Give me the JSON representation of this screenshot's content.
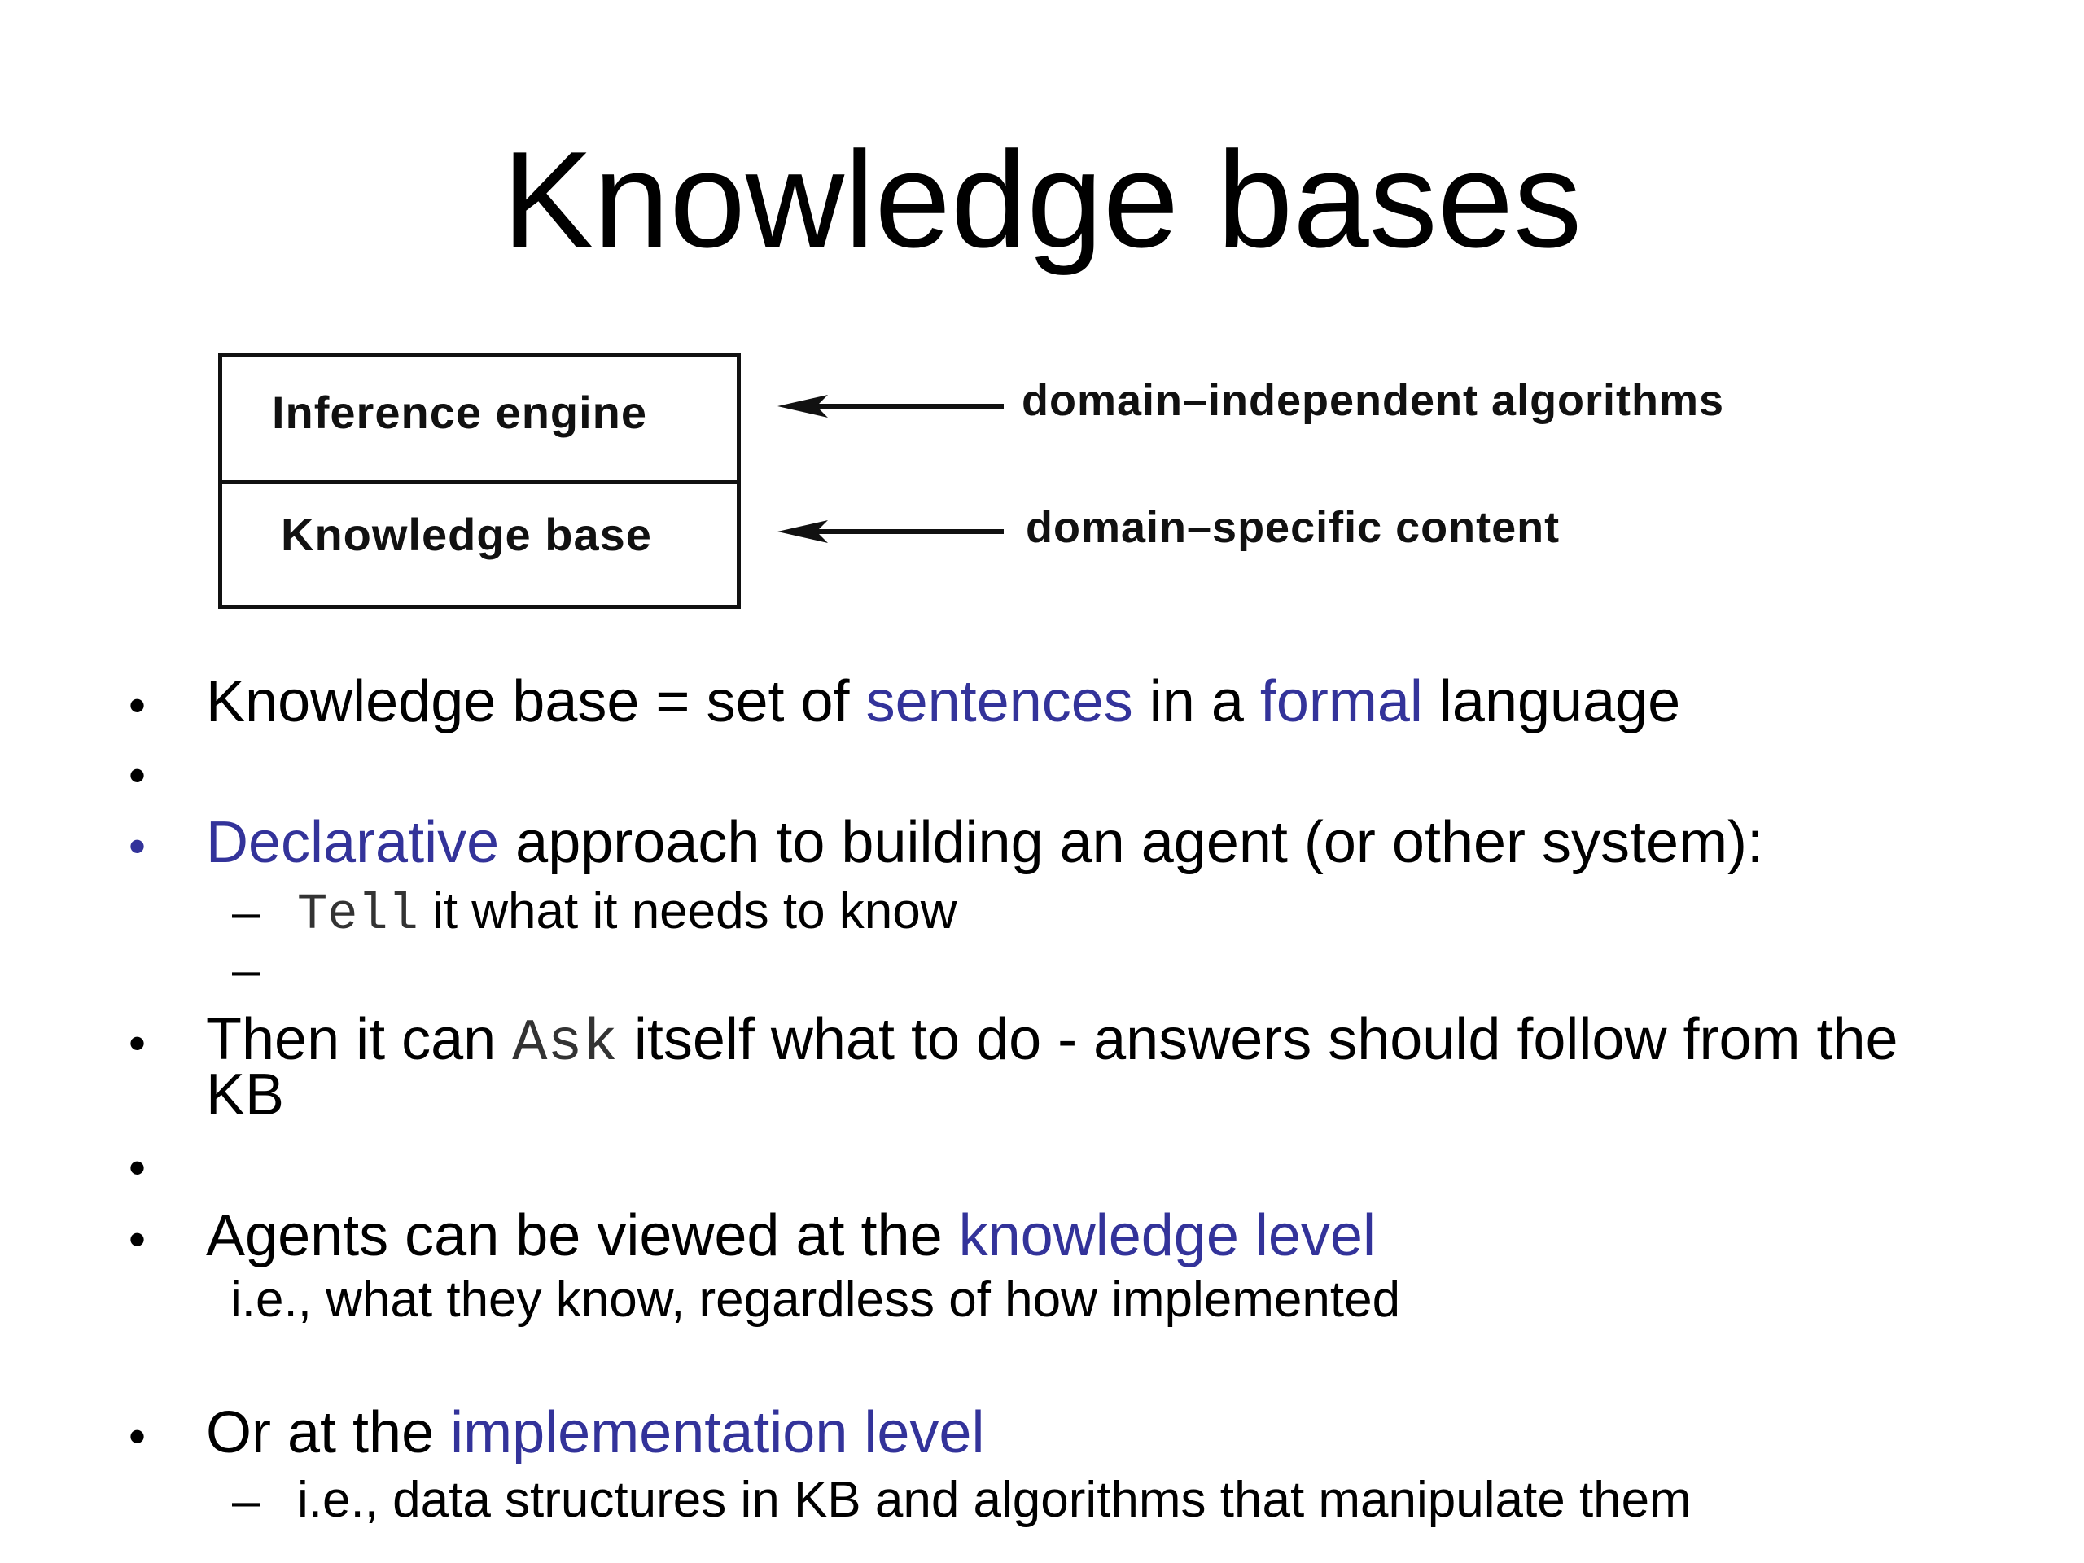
{
  "slide": {
    "title": "Knowledge bases"
  },
  "diagram": {
    "box_top_label": "Inference engine",
    "box_bottom_label": "Knowledge base",
    "arrow_top_label": "domain–independent algorithms",
    "arrow_bottom_label": "domain–specific content"
  },
  "bullets": {
    "b1": {
      "bullet": "•",
      "part1": "Knowledge base = set of ",
      "hl1": "sentences",
      "part2": " in a ",
      "hl2": "formal",
      "part3": " language"
    },
    "b2": {
      "bullet": "•"
    },
    "b3": {
      "bullet": "•",
      "hl1": "Declarative",
      "part1": " approach to building an agent (or other system):"
    },
    "b3_sub1": {
      "dash": "–",
      "code": "Tell",
      "text": " it what it needs to know"
    },
    "b3_sub2": {
      "dash": "–"
    },
    "b4": {
      "bullet": "•",
      "part1": "Then it can ",
      "code": "Ask",
      "part2": " itself what to do - answers should follow from the",
      "line2": "KB"
    },
    "b5": {
      "bullet": "•"
    },
    "b6": {
      "bullet": "•",
      "part1": "Agents can be viewed at the ",
      "hl1": "knowledge level",
      "line2": "i.e., what they know, regardless of how implemented"
    },
    "b7": {
      "bullet": "•",
      "part1": "Or at the ",
      "hl1": "implementation level"
    },
    "b7_sub1": {
      "dash": "–",
      "text": "i.e., data structures in KB and algorithms that manipulate them"
    }
  },
  "colors": {
    "highlight": "#33339a",
    "bullet_highlight": "#33339a",
    "text": "#000000",
    "code": "#333333"
  }
}
